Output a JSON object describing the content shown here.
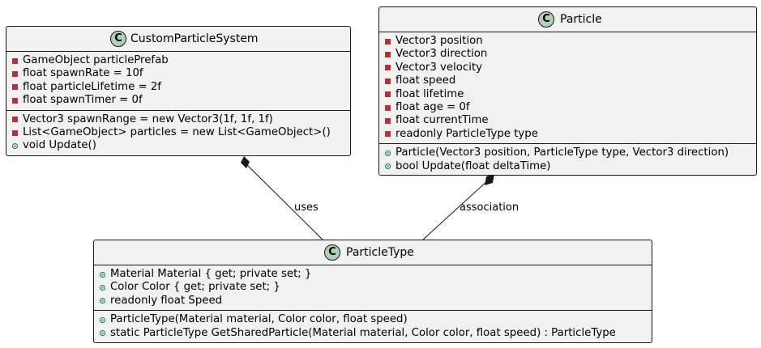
{
  "classes": {
    "custom_particle_system": {
      "badge": "C",
      "name": "CustomParticleSystem",
      "fields": [
        {
          "vis": "private",
          "text": "GameObject particlePrefab"
        },
        {
          "vis": "private",
          "text": "float spawnRate = 10f"
        },
        {
          "vis": "private",
          "text": "float particleLifetime = 2f"
        },
        {
          "vis": "private",
          "text": "float spawnTimer = 0f"
        }
      ],
      "methods": [
        {
          "vis": "private",
          "text": "Vector3 spawnRange = new Vector3(1f, 1f, 1f)"
        },
        {
          "vis": "private",
          "text": "List<GameObject> particles = new List<GameObject>()"
        },
        {
          "vis": "public",
          "text": "void Update()"
        }
      ]
    },
    "particle": {
      "badge": "C",
      "name": "Particle",
      "fields": [
        {
          "vis": "private",
          "text": "Vector3 position"
        },
        {
          "vis": "private",
          "text": "Vector3 direction"
        },
        {
          "vis": "private",
          "text": "Vector3 velocity"
        },
        {
          "vis": "private",
          "text": "float speed"
        },
        {
          "vis": "private",
          "text": "float lifetime"
        },
        {
          "vis": "private",
          "text": "float age = 0f"
        },
        {
          "vis": "private",
          "text": "float currentTime"
        },
        {
          "vis": "private",
          "text": "readonly ParticleType type"
        }
      ],
      "methods": [
        {
          "vis": "public",
          "text": "Particle(Vector3 position, ParticleType type, Vector3 direction)"
        },
        {
          "vis": "public",
          "text": "bool Update(float deltaTime)"
        }
      ]
    },
    "particle_type": {
      "badge": "C",
      "name": "ParticleType",
      "fields": [
        {
          "vis": "public",
          "text": "Material Material { get; private set; }"
        },
        {
          "vis": "public",
          "text": "Color Color { get; private set; }"
        },
        {
          "vis": "public",
          "text": "readonly float Speed"
        }
      ],
      "methods": [
        {
          "vis": "public",
          "text": "ParticleType(Material material, Color color, float speed)"
        },
        {
          "vis": "public",
          "text": "static ParticleType GetSharedParticle(Material material, Color color, float speed) : ParticleType"
        }
      ]
    }
  },
  "relations": {
    "uses": {
      "label": "uses",
      "from": "CustomParticleSystem",
      "to": "ParticleType",
      "kind": "composition"
    },
    "association": {
      "label": "association",
      "from": "Particle",
      "to": "ParticleType",
      "kind": "composition"
    }
  },
  "colors": {
    "box_fill": "#f1f1f1",
    "border": "#181818",
    "class_badge": "#add1b2",
    "private_marker": "#c82930",
    "public_marker": "#038048"
  }
}
